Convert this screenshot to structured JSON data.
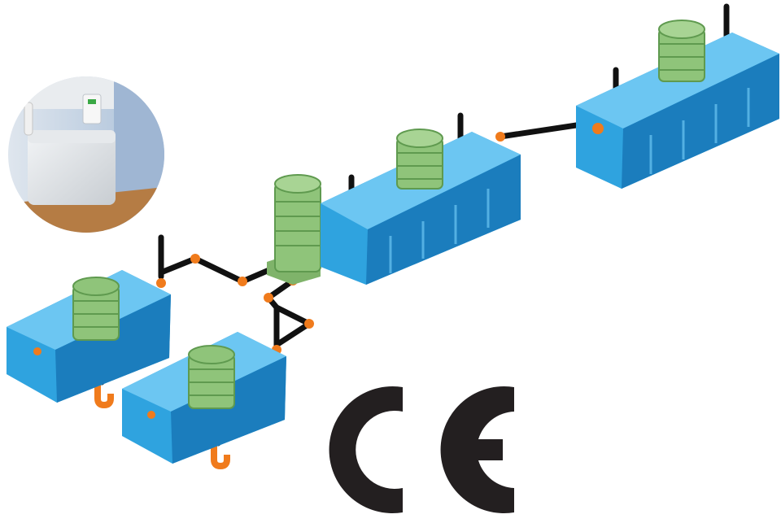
{
  "scene": {
    "description_free": true,
    "colors": {
      "tank_blue": "#2fa3df",
      "tank_blue_light": "#6cc6f2",
      "tank_blue_dark": "#1b7dbd",
      "lid_green": "#8fc47a",
      "lid_green_dark": "#5f9a4f",
      "pipe_black": "#111111",
      "fitting_orange": "#f07b1c",
      "inset_wall": "#c9d6e6",
      "inset_floor": "#b07a45"
    },
    "icons": [
      "ce-mark",
      "inset-appliance-photo"
    ]
  },
  "ce_mark": {
    "text": "CE",
    "color": "#231f20"
  }
}
